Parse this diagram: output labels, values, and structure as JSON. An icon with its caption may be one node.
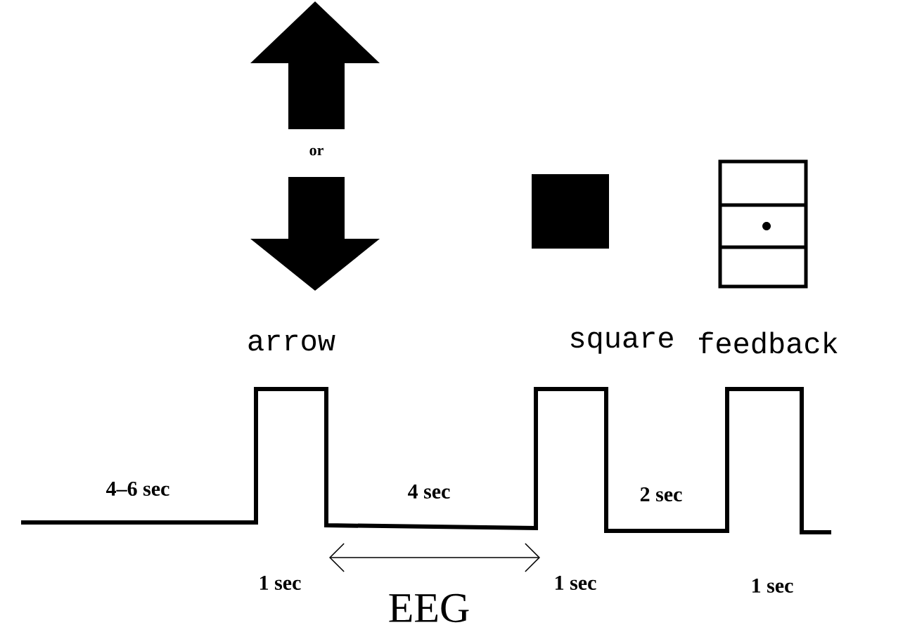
{
  "diagram": {
    "labels": [
      "or",
      "arrow",
      "square",
      "feedback",
      "4–6 sec",
      "4 sec",
      "2 sec",
      "1 sec",
      "1 sec",
      "1 sec",
      "EEG"
    ]
  }
}
